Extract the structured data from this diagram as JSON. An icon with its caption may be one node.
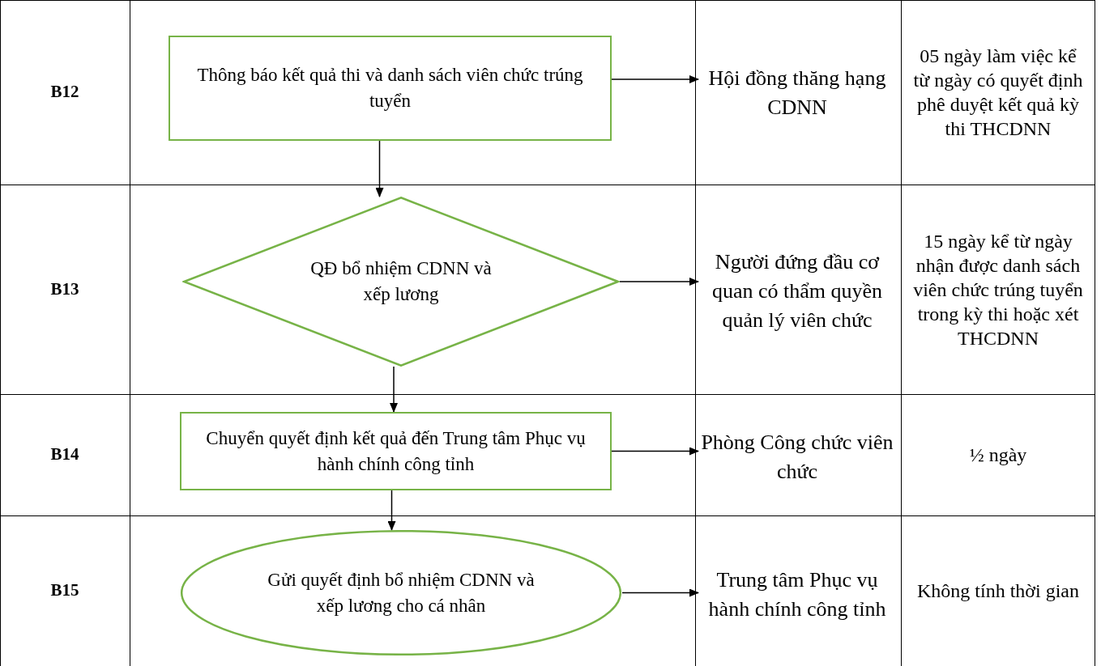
{
  "diagram": {
    "nodes": [
      {
        "text": [
          "Thông báo kết quả thi và danh sách viên chức trúng tuyển"
        ]
      },
      {
        "text": [
          "Hội đồng thăng hạng CDNN"
        ]
      },
      {
        "text": [
          "QĐ bổ nhiệm CDNN và xếp lương"
        ]
      },
      {
        "text": [
          "Người đứng đầu cơ quan có thẩm quyền quản lý viên chức"
        ]
      },
      {
        "text": [
          "Chuyển quyết định kết quả đến Trung tâm Phục vụ hành chính công tỉnh"
        ]
      },
      {
        "text": [
          "Phòng Công chức viên chức"
        ]
      },
      {
        "text": [
          "Gửi quyết định bổ nhiệm CDNN và xếp lương cho cá nhân"
        ]
      },
      {
        "text": [
          "Trung tâm Phục vụ hành chính công tỉnh"
        ]
      }
    ],
    "edges": [
      {
        "from": 0,
        "to": 1,
        "arrow": "to"
      },
      {
        "from": 0,
        "to": 2,
        "arrow": "to"
      },
      {
        "from": 2,
        "to": 3,
        "arrow": "to"
      },
      {
        "from": 2,
        "to": 4,
        "arrow": "to"
      },
      {
        "from": 4,
        "to": 5,
        "arrow": "to"
      },
      {
        "from": 4,
        "to": 6,
        "arrow": "to"
      },
      {
        "from": 6,
        "to": 7,
        "arrow": "to"
      }
    ],
    "labels": [
      "B12",
      "05 ngày làm việc kể từ ngày có quyết định phê duyệt kết quả kỳ thi THCDNN",
      "B13",
      "15 ngày kể từ ngày nhận được danh sách viên chức trúng tuyển trong kỳ thi hoặc xét THCDNN",
      "B14",
      "½ ngày",
      "B15",
      "Không tính thời gian"
    ]
  }
}
